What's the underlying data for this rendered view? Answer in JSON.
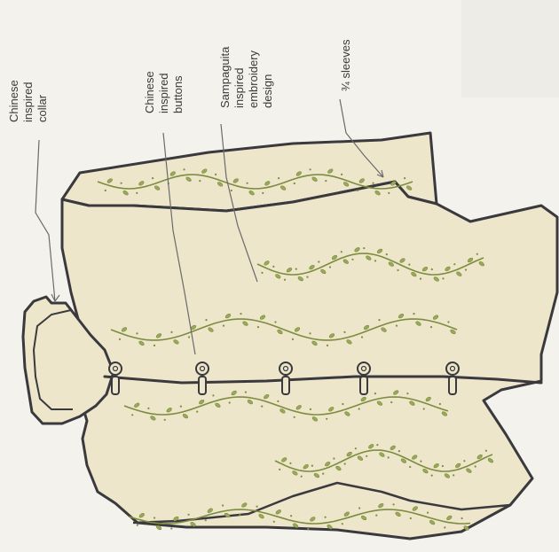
{
  "labels": {
    "collar": [
      "Chinese",
      "inspired",
      "collar"
    ],
    "buttons": [
      "Chinese",
      "inspired",
      "buttons"
    ],
    "embroidery": [
      "Sampaguita",
      "inspired",
      "embroidery",
      "design"
    ],
    "sleeves": "¾ sleeves"
  },
  "colors": {
    "paper": "#f4f2ec",
    "garment": "#ede6cb",
    "outline": "#3a3a3e",
    "vine": "#7d8c3e",
    "leaf": "#9aa85a",
    "text": "#3a3a3a",
    "leader": "#6a6a6a"
  }
}
